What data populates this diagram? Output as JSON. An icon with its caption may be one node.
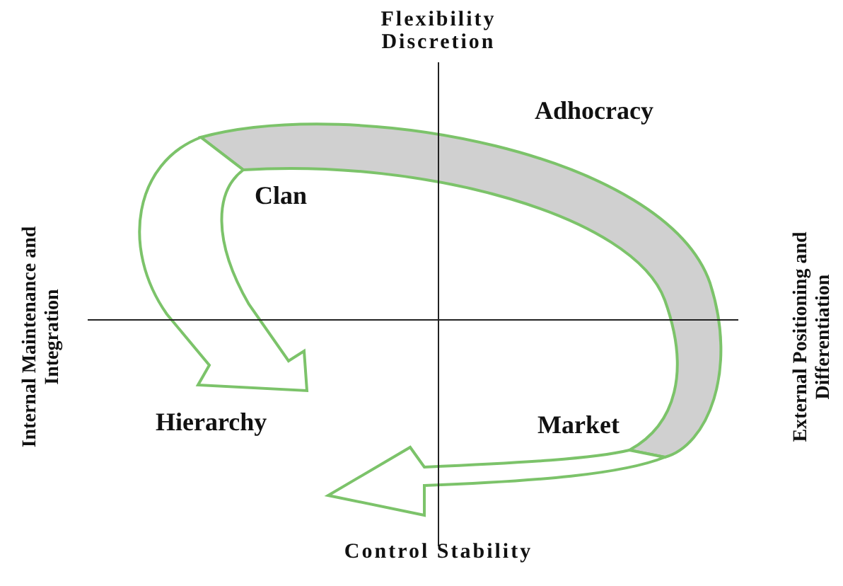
{
  "diagram": {
    "labels": [
      "Flexibility Discretion",
      "Internal Maintenance and Integration",
      "Clan",
      "Adhocracy",
      "External Positioning and Differentiation",
      "Hierarchy",
      "Market",
      "Control Stability"
    ]
  }
}
